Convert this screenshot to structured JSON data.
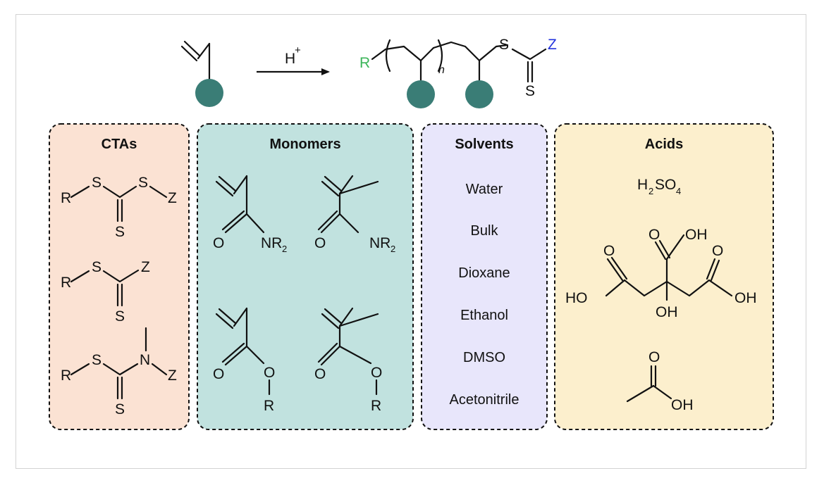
{
  "reaction": {
    "catalyst": "H",
    "catalyst_sup": "+",
    "end_group_r": "R",
    "end_group_z": "Z",
    "repeat_n": "n",
    "thio_s": "S"
  },
  "panels": {
    "ctas": {
      "title": "CTAs",
      "atoms": {
        "r": "R",
        "s": "S",
        "z": "Z",
        "n": "N"
      }
    },
    "monomers": {
      "title": "Monomers",
      "atoms": {
        "o": "O",
        "nr": "NR",
        "nr_sub": "2",
        "r": "R"
      }
    },
    "solvents": {
      "title": "Solvents",
      "items": [
        "Water",
        "Bulk",
        "Dioxane",
        "Ethanol",
        "DMSO",
        "Acetonitrile"
      ]
    },
    "acids": {
      "title": "Acids",
      "sulfuric": {
        "h": "H",
        "h_sub": "2",
        "so": "SO",
        "so_sub": "4"
      },
      "atoms": {
        "o": "O",
        "oh": "OH",
        "ho": "HO"
      }
    }
  },
  "colors": {
    "ctas_bg": "#fbe2d3",
    "monomers_bg": "#c1e2df",
    "solvents_bg": "#e8e6fb",
    "acids_bg": "#fcefcd",
    "substituent_dot": "#3a7d76",
    "r_green": "#3cb55a",
    "z_blue": "#2233dd"
  }
}
